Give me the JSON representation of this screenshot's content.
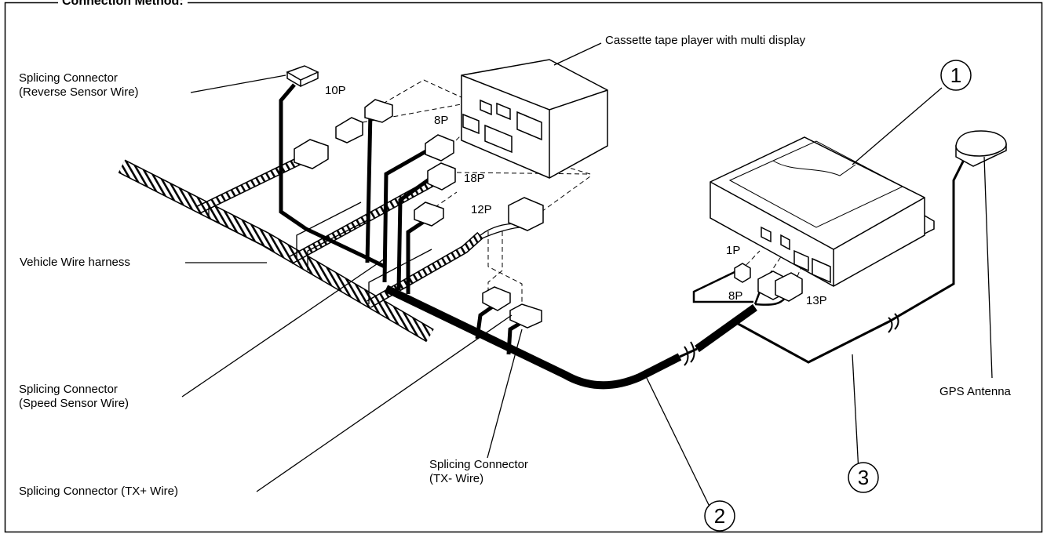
{
  "title": "Connection Method:",
  "labels": {
    "cassette": "Cassette tape player with multi display",
    "reverse_l1": "Splicing Connector",
    "reverse_l2": "(Reverse Sensor Wire)",
    "harness": "Vehicle Wire harness",
    "speed_l1": "Splicing Connector",
    "speed_l2": "(Speed Sensor Wire)",
    "txplus": "Splicing Connector (TX+ Wire)",
    "txminus_l1": "Splicing Connector",
    "txminus_l2": "(TX- Wire)",
    "gps": "GPS Antenna"
  },
  "connectors": {
    "p10": "10P",
    "p8a": "8P",
    "p18": "18P",
    "p12": "12P",
    "p1": "1P",
    "p8b": "8P",
    "p13": "13P"
  },
  "numbers": {
    "n1": "1",
    "n2": "2",
    "n3": "3"
  }
}
